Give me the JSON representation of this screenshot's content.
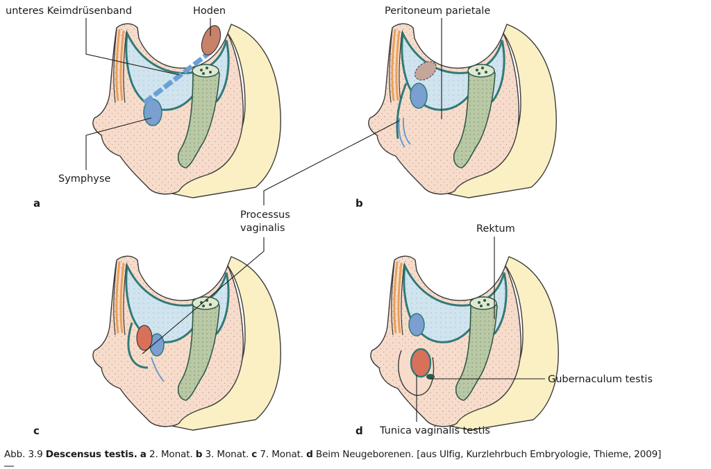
{
  "panels": {
    "a": {
      "letter": "a"
    },
    "b": {
      "letter": "b"
    },
    "c": {
      "letter": "c"
    },
    "d": {
      "letter": "d"
    }
  },
  "labels": {
    "unteres_keimdruesenband": "unteres Keimdrüsenband",
    "hoden": "Hoden",
    "symphyse": "Symphyse",
    "peritoneum_parietale": "Peritoneum parietale",
    "processus_line1": "Processus",
    "processus_line2": "vaginalis",
    "rektum": "Rektum",
    "gubernaculum_testis": "Gubernaculum testis",
    "tunica_vaginalis_testis": "Tunica vaginalis testis"
  },
  "caption": {
    "number": "Abb. 3.9",
    "title": "Descensus testis.",
    "a_letter": "a",
    "a_text": "2. Monat.",
    "b_letter": "b",
    "b_text": "3. Monat.",
    "c_letter": "c",
    "c_text": "7. Monat.",
    "d_letter": "d",
    "d_text": "Beim Neugeborenen. [aus Ulfig, Kurzlehrbuch Embryologie, Thieme, 2009]"
  },
  "colors": {
    "body_pink": "#f7dccb",
    "sacrum_yellow": "#faf0c4",
    "cavity_blue": "#cfe4ef",
    "peritoneum_teal": "#2f7a78",
    "rectum_green": "#b9c9a5",
    "testis_red": "#d9705a",
    "bladder_blue": "#7a9fd0",
    "duct_orange": "#e8a05a"
  }
}
